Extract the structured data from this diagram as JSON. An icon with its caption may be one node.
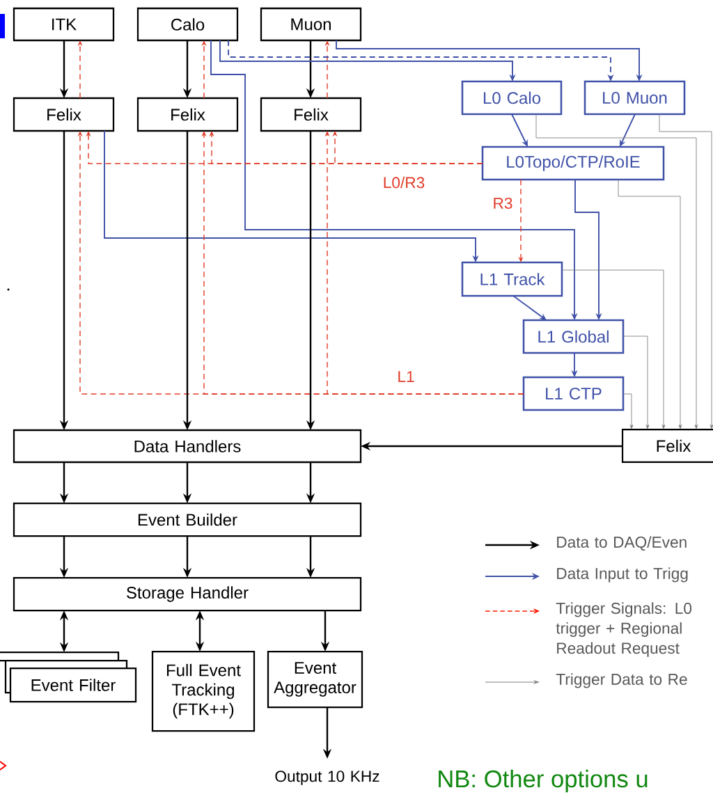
{
  "diagram": {
    "nodes": [
      {
        "text": [
          "ITK"
        ]
      },
      {
        "text": [
          "Calo"
        ]
      },
      {
        "text": [
          "Muon"
        ]
      },
      {
        "text": [
          "Felix"
        ]
      },
      {
        "text": [
          "Felix"
        ]
      },
      {
        "text": [
          "Felix"
        ]
      },
      {
        "text": [
          "L0 Calo"
        ]
      },
      {
        "text": [
          "L0 Muon"
        ]
      },
      {
        "text": [
          "L0Topo/CTP/RoIE"
        ]
      },
      {
        "text": [
          "L1 Track"
        ]
      },
      {
        "text": [
          "L1 Global"
        ]
      },
      {
        "text": [
          "L1 CTP"
        ]
      },
      {
        "text": [
          "Data Handlers"
        ]
      },
      {
        "text": [
          "Felix"
        ]
      },
      {
        "text": [
          "Event Builder"
        ]
      },
      {
        "text": [
          "Storage Handler"
        ]
      },
      {
        "text": [
          "Event Filter"
        ]
      },
      {
        "text": [
          "Full Event Tracking (FTK++)"
        ]
      },
      {
        "text": [
          "Event Aggregator"
        ]
      },
      {
        "text": [
          "Output 10 KHz"
        ]
      }
    ],
    "edges": [
      {
        "from": 0,
        "to": 3,
        "arrow": "to"
      },
      {
        "from": 1,
        "to": 4,
        "arrow": "to"
      },
      {
        "from": 2,
        "to": 5,
        "arrow": "to"
      },
      {
        "from": 3,
        "to": 0,
        "arrow": "to",
        "style": "dashed",
        "color": "#e03c28"
      },
      {
        "from": 4,
        "to": 1,
        "arrow": "to",
        "style": "dashed",
        "color": "#e03c28"
      },
      {
        "from": 5,
        "to": 2,
        "arrow": "to",
        "style": "dashed",
        "color": "#e03c28"
      },
      {
        "from": 1,
        "to": 6,
        "arrow": "to",
        "color": "#3f51a8"
      },
      {
        "from": 1,
        "to": 7,
        "arrow": "to",
        "style": "dashed",
        "color": "#3f51a8"
      },
      {
        "from": 2,
        "to": 7,
        "arrow": "to",
        "color": "#3f51a8"
      },
      {
        "from": 1,
        "to": 10,
        "arrow": "to",
        "color": "#3f51a8"
      },
      {
        "from": 3,
        "to": 9,
        "arrow": "to",
        "color": "#3f51a8"
      },
      {
        "from": 6,
        "to": 8,
        "arrow": "to",
        "color": "#3f51a8"
      },
      {
        "from": 7,
        "to": 8,
        "arrow": "to",
        "color": "#3f51a8"
      },
      {
        "from": 8,
        "to": 10,
        "arrow": "to",
        "color": "#3f51a8"
      },
      {
        "from": 9,
        "to": 10,
        "arrow": "to",
        "color": "#3f51a8"
      },
      {
        "from": 10,
        "to": 11,
        "arrow": "to",
        "color": "#3f51a8"
      },
      {
        "from": 8,
        "to": 9,
        "arrow": "to",
        "label": "R3",
        "style": "dashed",
        "color": "#e03c28"
      },
      {
        "from": 8,
        "to": 3,
        "arrow": "to",
        "style": "dashed",
        "color": "#e03c28"
      },
      {
        "from": 8,
        "to": 4,
        "arrow": "to",
        "style": "dashed",
        "color": "#e03c28"
      },
      {
        "from": 8,
        "to": 5,
        "arrow": "to",
        "label": "L0/R3",
        "style": "dashed",
        "color": "#e03c28"
      },
      {
        "from": 11,
        "to": 3,
        "arrow": "to",
        "style": "dashed",
        "color": "#e03c28"
      },
      {
        "from": 11,
        "to": 4,
        "arrow": "to",
        "style": "dashed",
        "color": "#e03c28"
      },
      {
        "from": 11,
        "to": 5,
        "arrow": "to",
        "label": "L1",
        "style": "dashed",
        "color": "#e03c28"
      },
      {
        "from": 3,
        "to": 12,
        "arrow": "to"
      },
      {
        "from": 4,
        "to": 12,
        "arrow": "to"
      },
      {
        "from": 5,
        "to": 12,
        "arrow": "to"
      },
      {
        "from": 13,
        "to": 12,
        "arrow": "to"
      },
      {
        "from": 12,
        "to": 14,
        "arrow": "to"
      },
      {
        "from": 12,
        "to": 14,
        "arrow": "to"
      },
      {
        "from": 12,
        "to": 14,
        "arrow": "to"
      },
      {
        "from": 14,
        "to": 15,
        "arrow": "to"
      },
      {
        "from": 14,
        "to": 15,
        "arrow": "to"
      },
      {
        "from": 14,
        "to": 15,
        "arrow": "to"
      },
      {
        "from": 15,
        "to": 16,
        "arrow": "both"
      },
      {
        "from": 15,
        "to": 17,
        "arrow": "both"
      },
      {
        "from": 15,
        "to": 18,
        "arrow": "to"
      },
      {
        "from": 18,
        "to": 19,
        "arrow": "to"
      },
      {
        "from": 11,
        "to": 13,
        "arrow": "to",
        "color": "#808080"
      },
      {
        "from": 10,
        "to": 13,
        "arrow": "to",
        "color": "#808080"
      },
      {
        "from": 9,
        "to": 13,
        "arrow": "to",
        "color": "#808080"
      },
      {
        "from": 8,
        "to": 13,
        "arrow": "to",
        "color": "#808080"
      },
      {
        "from": 6,
        "to": 13,
        "arrow": "to",
        "color": "#808080"
      },
      {
        "from": 7,
        "to": 13,
        "arrow": "to",
        "color": "#808080"
      }
    ],
    "labels": [
      "NB: Other options u"
    ],
    "legend": [
      {
        "text": "Data to DAQ/Even"
      },
      {
        "text": "Data Input to Trigg"
      },
      {
        "text": "Trigger Signals: L0 trigger + Regional Readout Request"
      },
      {
        "text": "Trigger Data to Re"
      }
    ]
  }
}
